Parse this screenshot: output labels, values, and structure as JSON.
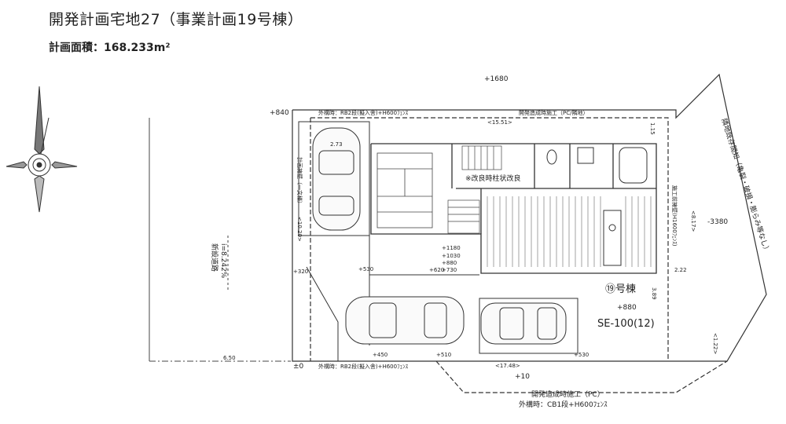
{
  "header": {
    "title": "開発計画宅地27（事業計画19号棟）",
    "area": "計画面積：168.233m²"
  },
  "levels": {
    "top": "+1680",
    "corner_tl": "+840",
    "right": "-3380",
    "bottom": "+10",
    "bottom_left": "±0",
    "l320": "+320",
    "l530": "+530",
    "l1180": "+1180",
    "l1030": "+1030",
    "l880a": "+880",
    "l620": "+620",
    "l730": "+730",
    "l450": "+450",
    "l510": "+510",
    "l530b": "+530"
  },
  "road": {
    "name": "新設道路",
    "slope": "i=8.242%",
    "width": "6.50"
  },
  "notes": {
    "top_wall": "外構時：RB2段(擬入舎)+H600ﾌｪﾝｽ",
    "top_dev": "開発造成時施工（PC/隣地）",
    "bottom_wall": "外構時：RB2段(擬入舎)+H600ﾌｪﾝｽ",
    "bottom_dev": "開発造成時施工（PC）",
    "bottom_fence": "外構時：CB1段+H600ﾌｪﾝｽ",
    "right_existing": "隣地既存間知（亀裂・破損・膨らみ等なし）",
    "left_vertical": "計画擁壁（一文様）",
    "right_vertical": "施工前擁壁(H1600ﾌｪﾝｽ)",
    "improvement": "※改良時柱状改良"
  },
  "dims": {
    "top": "<15.51>",
    "bottom": "<17.48>",
    "left": "<10.20>",
    "right_upper": "<8.17>",
    "right_lower": "<1.22>",
    "top_small": "1.15",
    "car_width": "2.73",
    "d222": "2.22",
    "d389": "3.89"
  },
  "house": {
    "number": "⑲号棟",
    "floor_level": "+880",
    "model": "SE-100(12)"
  }
}
